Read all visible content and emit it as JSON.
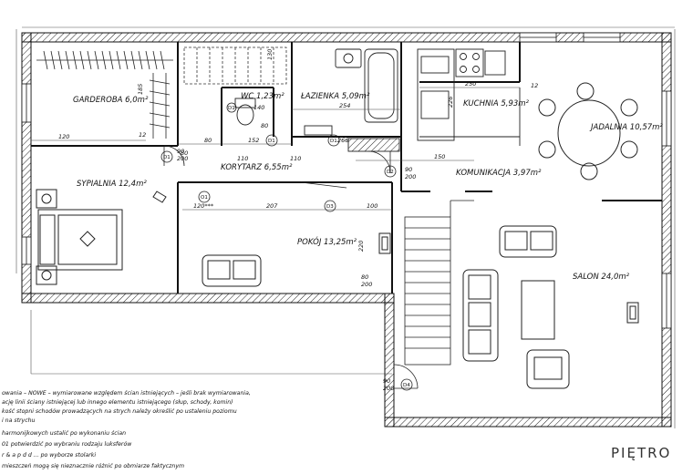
{
  "title": "PIĘTRO",
  "rooms": {
    "garderoba": "GARDEROBA 6,0m²",
    "wc": "WC 1,23m²",
    "lazienka": "ŁAZIENKA 5,09m²",
    "kuchnia": "KUCHNIA 5,93m²",
    "jadalnia": "JADALNIA 10,57m²",
    "sypialnia": "SYPIALNIA 12,4m²",
    "korytarz": "KORYTARZ 6,55m²",
    "komunikacja": "KOMUNIKACJA 3,97m²",
    "pokoj": "POKÓJ 13,25m²",
    "salon": "SALON 24,0m²"
  },
  "dimensions": {
    "d120": "120",
    "d185": "185",
    "d12a": "12",
    "d80a": "80",
    "d80b": "80",
    "d110a": "110",
    "d152": "152",
    "d110b": "110",
    "d140": "140",
    "d254": "254",
    "d250": "250",
    "d226": "226",
    "d12b": "12",
    "d150": "150",
    "d120s": "120***",
    "d207": "207",
    "d100": "100",
    "d220": "220",
    "d130": "130",
    "d266": "266",
    "d90a": "90",
    "d200a": "200",
    "d90b": "90",
    "d200b": "200",
    "d80c": "80",
    "d200c": "200",
    "d90c": "90",
    "d200d": "200",
    "d80d": "80"
  },
  "door_tags": {
    "t1": "D1",
    "t2": "D1",
    "t3": "D1",
    "t4": "D2",
    "t5": "D3",
    "t6": "D4",
    "t7": "O1",
    "t8": "D1"
  },
  "notes": [
    "owania – NOWE – wymiarowane względem ścian istniejących – jeśli brak wymiarowania,",
    "ację linii ściany istniejącej lub innego elementu istniejącego (słup, schody, komin)",
    "kość stopni schodów prowadzących na strych należy określić po ustaleniu poziomu",
    "i na strychu",
    "harmonijkowych ustalić po wykonaniu ścian",
    "01 potwierdzić po wybraniu rodzaju luksferów",
    "r & a  p d  d ... po wyborze stolarki",
    "mieszczeń mogą się nieznacznie różnić po obmiarze faktycznym"
  ]
}
